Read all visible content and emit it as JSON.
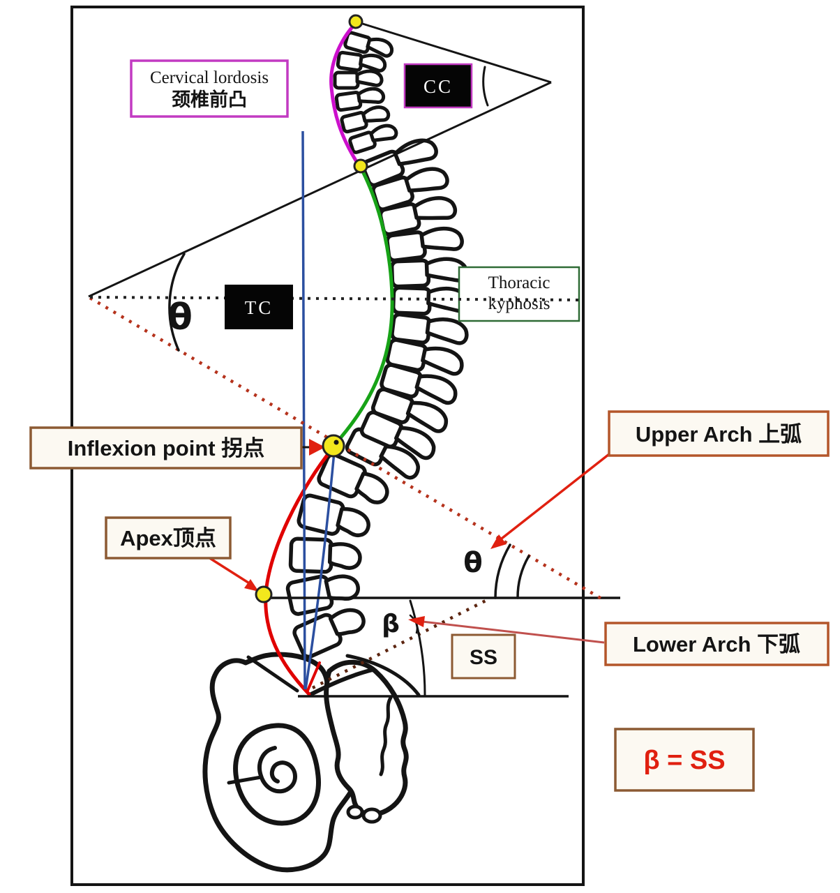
{
  "figure": {
    "labels": {
      "cervical_lordosis_en": "Cervical lordosis",
      "cervical_lordosis_zh": "颈椎前凸",
      "cc": "CC",
      "tc": "TC",
      "thoracic_kyphosis_l1": "Thoracic",
      "thoracic_kyphosis_l2": "kyphosis",
      "inflexion_point": "Inflexion point 拐点",
      "apex": "Apex顶点",
      "upper_arch": "Upper Arch 上弧",
      "lower_arch": "Lower Arch 下弧",
      "ss": "SS",
      "beta_equation": "β = SS",
      "theta": "θ",
      "beta": "β"
    },
    "colors": {
      "outline": "#141414",
      "magenta_curve": "#cc10cc",
      "green_curve": "#17a317",
      "red_curve": "#e00000",
      "blue_line": "#2b4fa0",
      "yellow_marker": "#f2e71d",
      "red_dotted": "#b5321c",
      "sacral_dotted": "#5c2510",
      "black_dotted": "#222222",
      "arrow_red": "#e02010",
      "box_brown": "#8c5a33",
      "box_orange": "#b4562a",
      "box_magenta": "#c23ac2",
      "box_green": "#2e6b35",
      "black_box": "#050505",
      "label_bg": "#fcf9f2",
      "red_text": "#e02010"
    }
  }
}
